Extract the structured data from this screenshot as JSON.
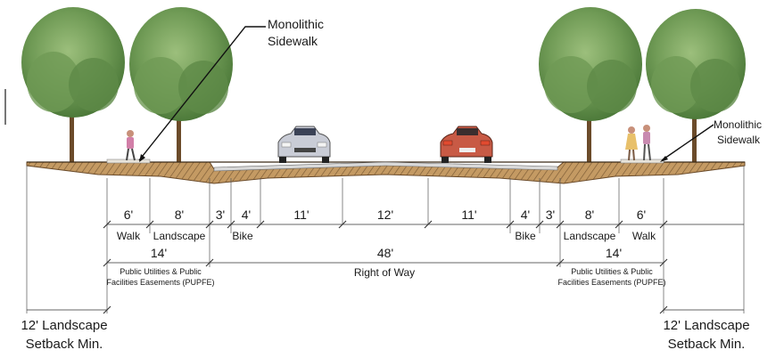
{
  "diagram": {
    "callouts": {
      "left_label_line1": "Monolithic",
      "left_label_line2": "Sidewalk",
      "right_label_line1": "Monolithic",
      "right_label_line2": "Sidewalk"
    },
    "widths_row": [
      "6'",
      "8'",
      "3'",
      "4'",
      "11'",
      "12'",
      "11'",
      "4'",
      "3'",
      "8'",
      "6'"
    ],
    "element_labels": {
      "left_walk": "Walk",
      "left_landscape": "Landscape",
      "left_bike": "Bike",
      "right_bike": "Bike",
      "right_landscape": "Landscape",
      "right_walk": "Walk"
    },
    "totals": {
      "left_pupfe_width": "14'",
      "row_width": "48'",
      "right_pupfe_width": "14'"
    },
    "descriptions": {
      "left_pupfe_line1": "Public Utilities & Public",
      "left_pupfe_line2": "Facilities Easements (PUPFE)",
      "row_label": "Right of Way",
      "right_pupfe_line1": "Public Utilities & Public",
      "right_pupfe_line2": "Facilities Easements (PUPFE)"
    },
    "setbacks": {
      "left_line1": "12' Landscape",
      "left_line2": "Setback Min.",
      "right_line1": "12' Landscape",
      "right_line2": "Setback Min."
    },
    "colors": {
      "ground": "#b58a55",
      "hatch": "#7a5a34",
      "sidewalk": "#e8e4da",
      "tree_canopy": "#6f9a55",
      "tree_dark": "#4d7a3a",
      "trunk": "#6b4b2a",
      "car_left": "#c9ccd6",
      "car_right": "#c85a45"
    }
  }
}
